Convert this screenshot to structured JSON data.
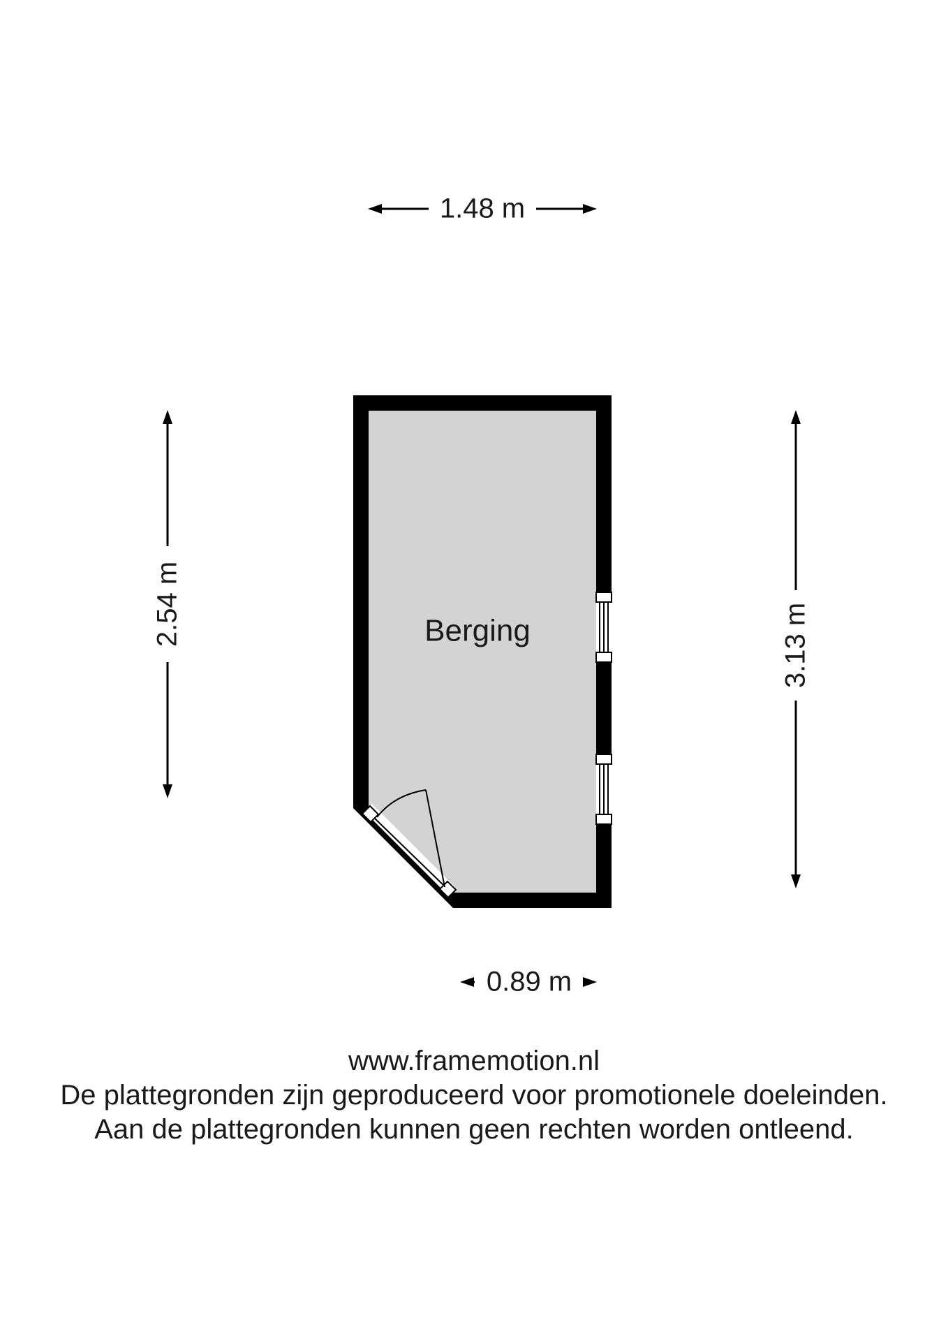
{
  "floorplan": {
    "room": {
      "name": "Berging",
      "fill_color": "#d3d3d3",
      "wall_color": "#000000"
    },
    "dimensions": {
      "top": "1.48 m",
      "bottom": "0.89 m",
      "left": "2.54 m",
      "right": "3.13 m"
    }
  },
  "footer": {
    "website": "www.framemotion.nl",
    "disclaimer_line1": "De plattegronden zijn geproduceerd voor promotionele doeleinden.",
    "disclaimer_line2": "Aan de plattegronden kunnen geen rechten worden ontleend."
  }
}
